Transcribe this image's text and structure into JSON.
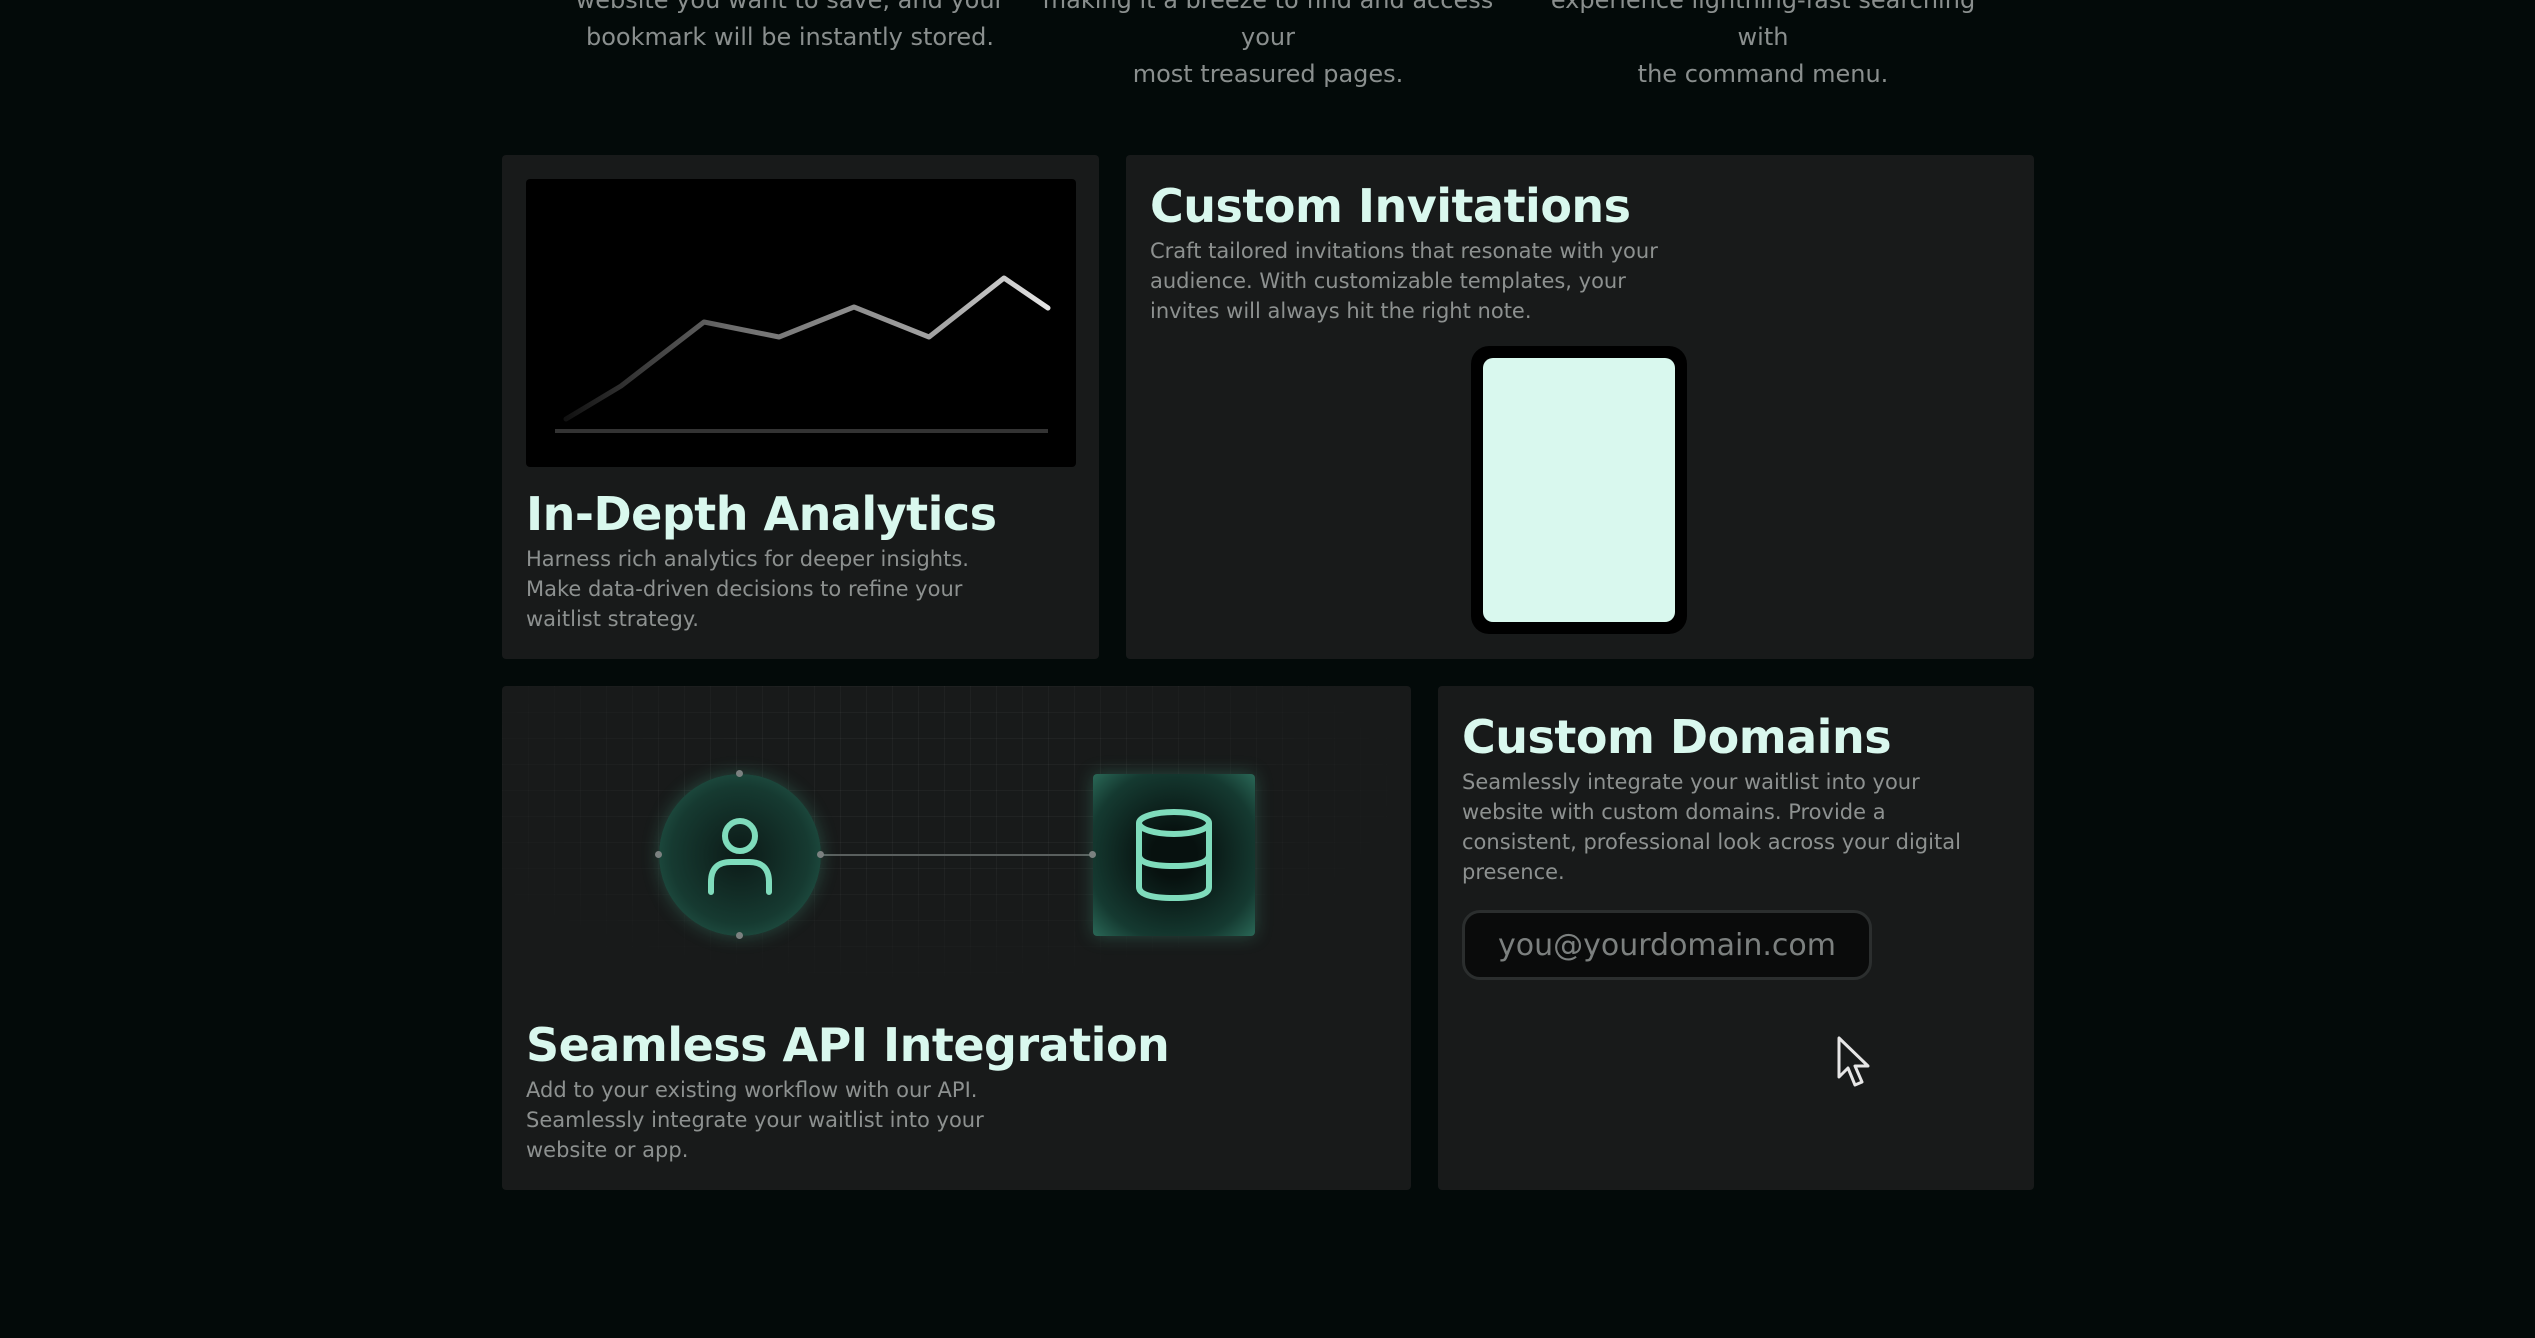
{
  "top_features": [
    {
      "line1": "website you want to save, and your",
      "line2": "bookmark will be instantly stored."
    },
    {
      "line1": "making it a breeze to find and access your",
      "line2": "most treasured pages."
    },
    {
      "line1": "experience lightning-fast searching with",
      "line2": "the command menu."
    }
  ],
  "analytics": {
    "title": "In-Depth Analytics",
    "description": "Harness rich analytics for deeper insights. Make data-driven decisions to refine your waitlist strategy."
  },
  "invitations": {
    "title": "Custom Invitations",
    "description": "Craft tailored invitations that resonate with your audience. With customizable templates, your invites will always hit the right note."
  },
  "api": {
    "title": "Seamless API Integration",
    "description": "Add to your existing workflow with our API. Seamlessly integrate your waitlist into your website or app.",
    "nodes": {
      "left_icon": "user-icon",
      "right_icon": "database-icon"
    }
  },
  "domains": {
    "title": "Custom Domains",
    "description": "Seamlessly integrate your waitlist into your website with custom domains. Provide a consistent, professional look across your digital presence.",
    "input_placeholder": "you@yourdomain.com",
    "input_value": ""
  },
  "colors": {
    "page_bg": "#030a09",
    "card_bg": "#181a1a",
    "accent_mint": "#d9f8ee",
    "icon_green": "#7fdcbc",
    "body_text": "#8d9190"
  }
}
